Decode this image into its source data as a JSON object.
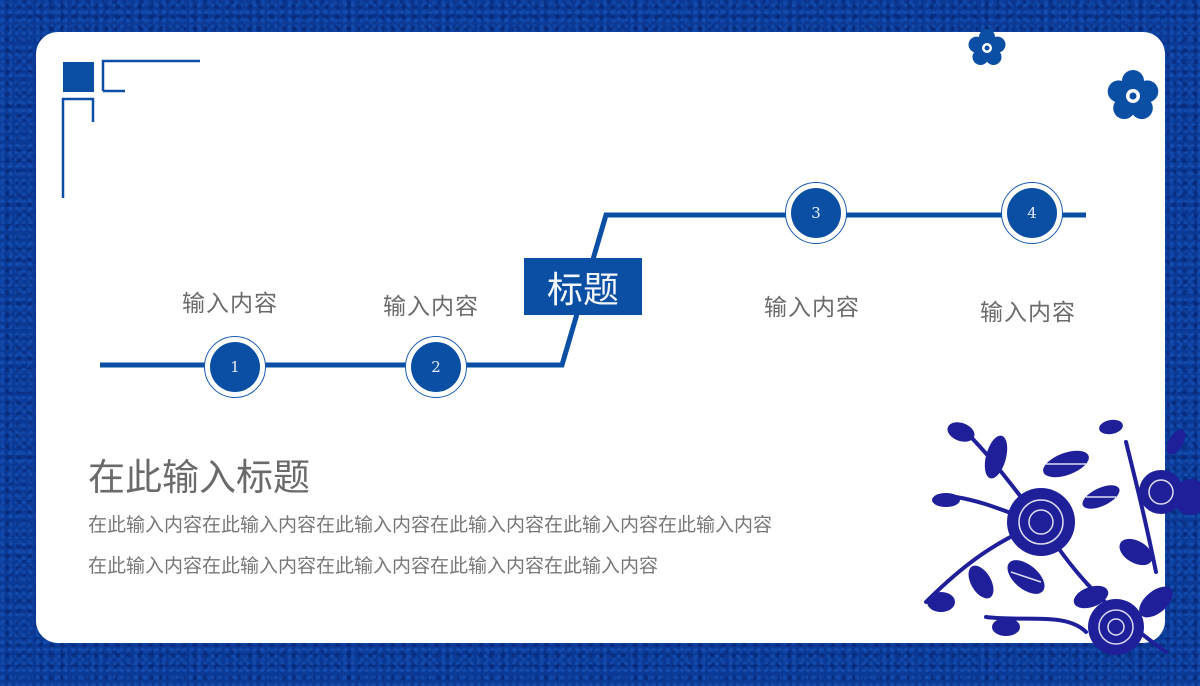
{
  "slide": {
    "title_box": "标题",
    "steps": [
      {
        "number": "1",
        "label": "输入内容"
      },
      {
        "number": "2",
        "label": "输入内容"
      },
      {
        "number": "3",
        "label": "输入内容"
      },
      {
        "number": "4",
        "label": "输入内容"
      }
    ],
    "section_title": "在此输入标题",
    "body_lines": [
      "在此输入内容在此输入内容在此输入内容在此输入内容在此输入内容在此输入内容",
      "在此输入内容在此输入内容在此输入内容在此输入内容在此输入内容"
    ]
  },
  "icons": {
    "corner": "corner-bracket-decoration",
    "flower_small": "plum-blossom-icon",
    "floral_corner": "blue-white-porcelain-floral-decoration"
  },
  "colors": {
    "primary_blue": "#0a4fa3",
    "background_blue": "#0a3a96",
    "floral_blue": "#1f1f9a",
    "text_gray": "#6b6b6b"
  }
}
